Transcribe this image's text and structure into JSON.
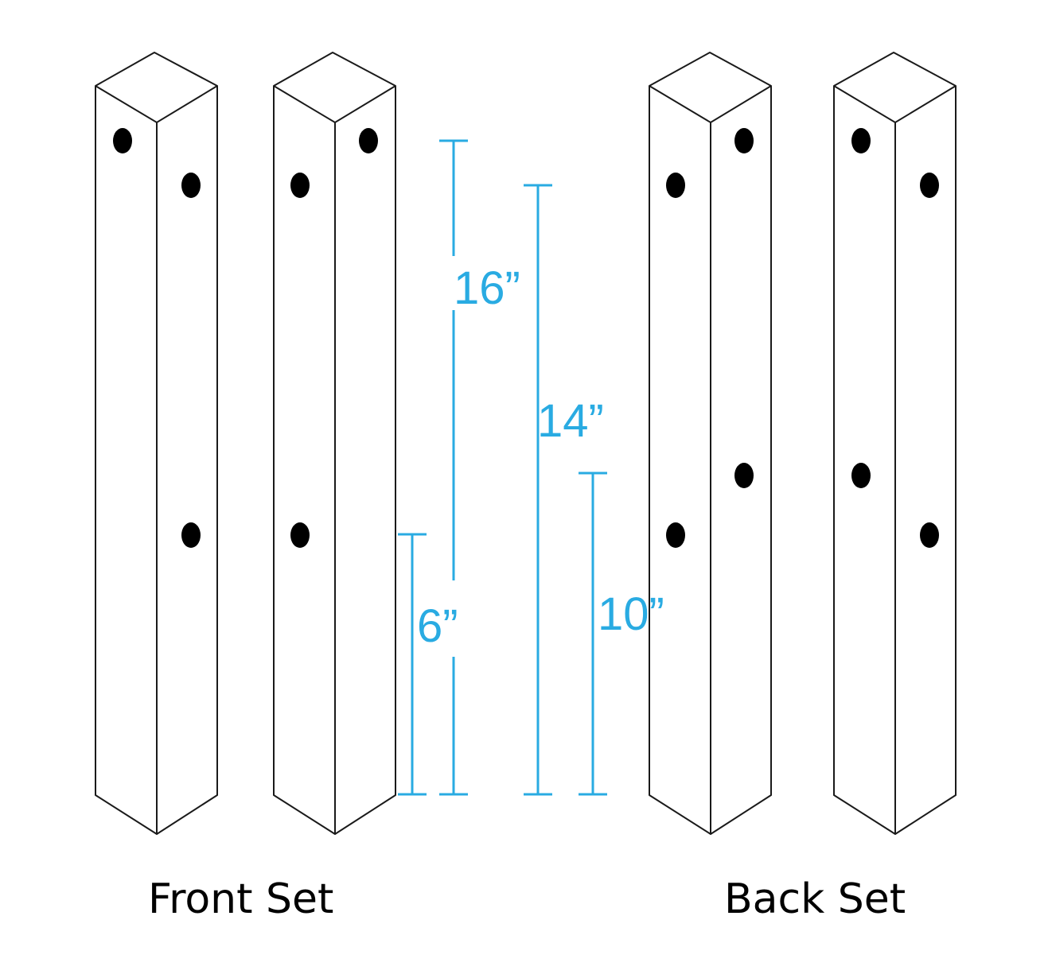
{
  "sets": {
    "front": {
      "label": "Front Set"
    },
    "back": {
      "label": "Back Set"
    }
  },
  "dimensions": [
    {
      "id": "d16",
      "label": "16”",
      "inches": 16
    },
    {
      "id": "d14",
      "label": "14”",
      "inches": 14
    },
    {
      "id": "d6",
      "label": "6”",
      "inches": 6
    },
    {
      "id": "d10",
      "label": "10”",
      "inches": 10
    }
  ],
  "colors": {
    "dimension": "#29abe2",
    "outline": "#1a1a1a",
    "hole": "#000000"
  }
}
